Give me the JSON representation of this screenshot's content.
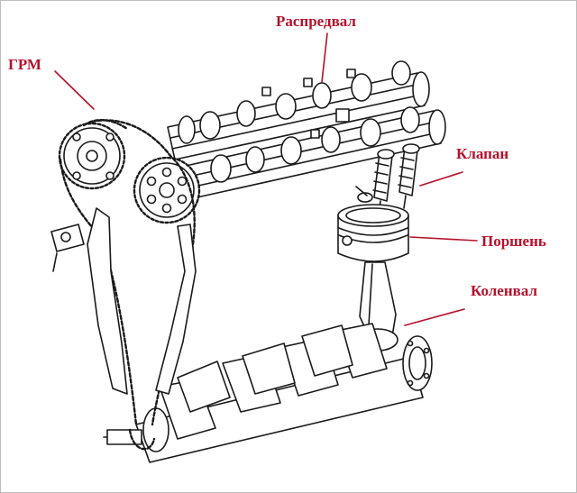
{
  "labels": {
    "timing": "ГРМ",
    "camshaft": "Распредвал",
    "valve": "Клапан",
    "piston": "Поршень",
    "crankshaft": "Коленвал"
  },
  "colors": {
    "label": "#b5112b",
    "leader": "#b5112b",
    "ink": "#1a1a1a",
    "border": "#bdbdbd"
  }
}
